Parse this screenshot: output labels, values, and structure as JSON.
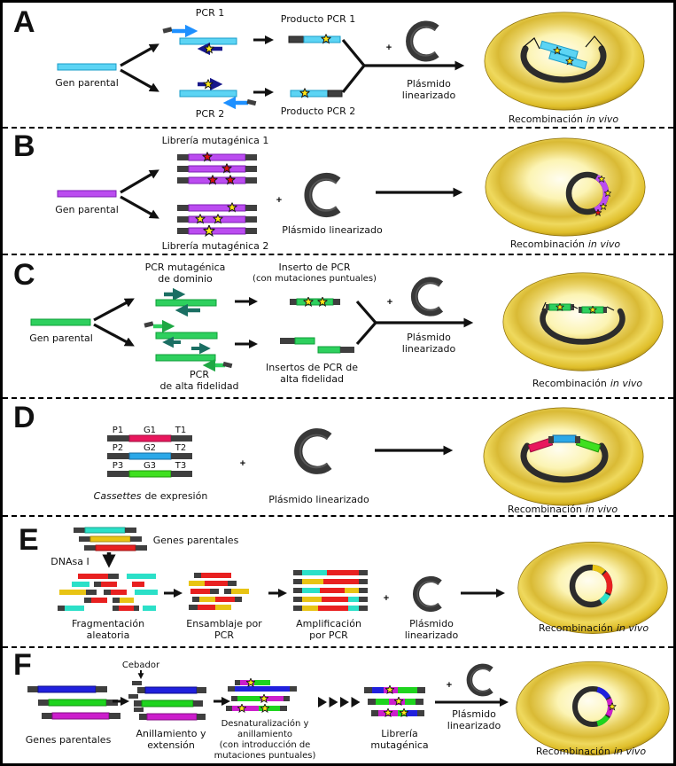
{
  "colors": {
    "cyan_gene": "#5cd4f4",
    "blue_arrow": "#1e90ff",
    "navy_arrow": "#17178a",
    "purple_gene": "#bb4cf0",
    "green_gene": "#2ed05e",
    "teal_arrow": "#1b6f63",
    "pink_cassette": "#e8175d",
    "blue_cassette": "#2ba8e8",
    "green_cassette": "#3fe01f",
    "cyan_fragment": "#2be0c8",
    "yellow_fragment": "#e8c414",
    "red_fragment": "#e82020",
    "blue_parental": "#2020dd",
    "green_parental": "#1ed41e",
    "magenta_parental": "#cc1ecc",
    "star_yellow": "#ffe816",
    "star_red": "#e01010",
    "cell_gold": "#e7cf5e",
    "plasmid_dark": "#383838",
    "segment_dark": "#3f3f3f"
  },
  "panels": {
    "A": {
      "letter": "A",
      "gen_parental": "Gen parental",
      "pcr1": "PCR 1",
      "pcr2": "PCR 2",
      "producto1": "Producto PCR 1",
      "producto2": "Producto PCR 2",
      "plus": "+",
      "plasmido1": "Plásmido",
      "plasmido2": "linearizado",
      "recomb": "Recombinación",
      "invivo": "in vivo"
    },
    "B": {
      "letter": "B",
      "gen_parental": "Gen parental",
      "lib1": "Librería mutagénica 1",
      "lib2": "Librería mutagénica 2",
      "plus": "+",
      "plasmido": "Plásmido linearizado",
      "recomb": "Recombinación",
      "invivo": "in vivo"
    },
    "C": {
      "letter": "C",
      "gen_parental": "Gen parental",
      "pcrmut1": "PCR mutagénica",
      "pcrmut2": "de dominio",
      "inserto1": "Inserto de PCR",
      "inserto2": "(con mutaciones puntuales)",
      "pcraf1": "PCR",
      "pcraf2": "de alta fidelidad",
      "insertos1": "Insertos de PCR de",
      "insertos2": "alta fidelidad",
      "plus": "+",
      "plasmido1": "Plásmido",
      "plasmido2": "linearizado",
      "recomb": "Recombinación",
      "invivo": "in vivo"
    },
    "D": {
      "letter": "D",
      "rows": [
        {
          "p": "P1",
          "g": "G1",
          "t": "T1"
        },
        {
          "p": "P2",
          "g": "G2",
          "t": "T2"
        },
        {
          "p": "P3",
          "g": "G3",
          "t": "T3"
        }
      ],
      "cassettes_it": "Cassettes",
      "cassettes_rest": "de expresión",
      "plus": "+",
      "plasmido": "Plásmido linearizado",
      "recomb": "Recombinación",
      "invivo": "in vivo"
    },
    "E": {
      "letter": "E",
      "genes": "Genes parentales",
      "dnasa": "DNAsa I",
      "frag1": "Fragmentación",
      "frag2": "aleatoria",
      "ens1": "Ensamblaje por",
      "ens2": "PCR",
      "amp1": "Amplificación",
      "amp2": "por PCR",
      "plus": "+",
      "plasmido1": "Plásmido",
      "plasmido2": "linearizado",
      "recomb": "Recombinación",
      "invivo": "in vivo"
    },
    "F": {
      "letter": "F",
      "genes": "Genes parentales",
      "cebador": "Cebador",
      "anill1": "Anillamiento y",
      "anill2": "extensión",
      "des1": "Desnaturalización y",
      "des2": "anillamiento",
      "des3": "(con introducción de",
      "des4": "mutaciones puntuales)",
      "lib1": "Librería",
      "lib2": "mutagénica",
      "plus": "+",
      "plasmido1": "Plásmido",
      "plasmido2": "linearizado",
      "recomb": "Recombinación",
      "invivo": "in vivo"
    }
  }
}
